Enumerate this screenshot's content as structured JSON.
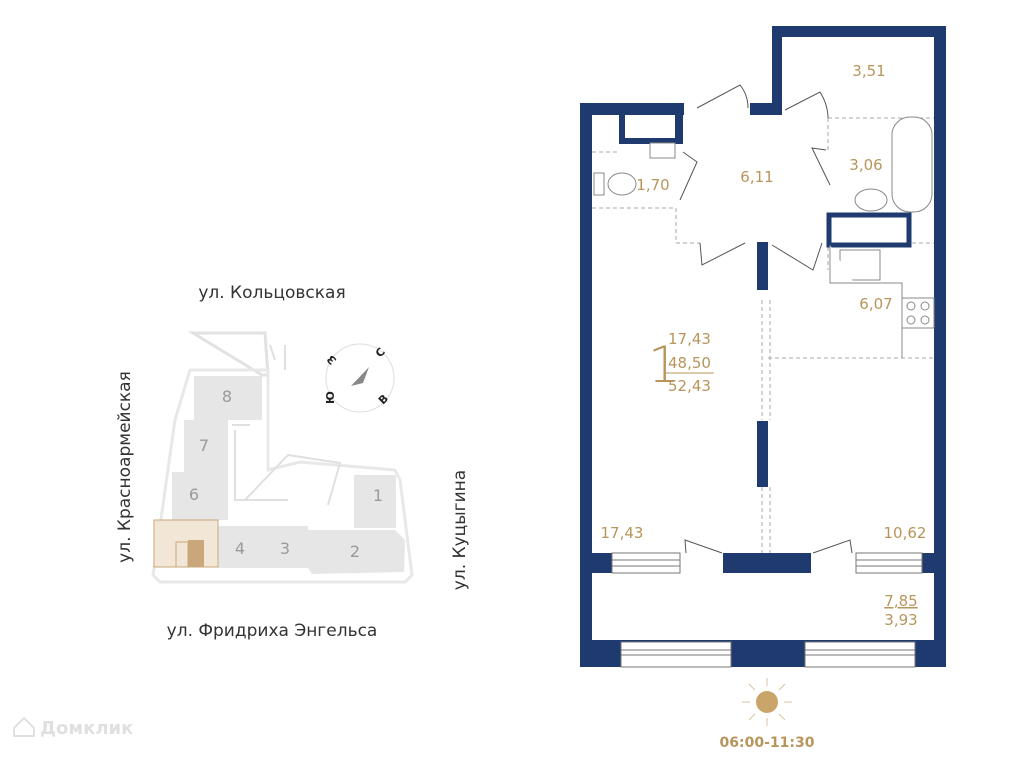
{
  "colors": {
    "wall": "#1e3a6e",
    "accent": "#b8955a",
    "building": "#e6e6e6",
    "selected": "#c9a77a"
  },
  "site_plan": {
    "streets": {
      "north": "ул. Кольцовская",
      "west": "ул. Красноармейская",
      "east": "ул. Куцыгина",
      "south": "ул. Фридриха Энгельса"
    },
    "compass": {
      "n": "С",
      "s": "Ю",
      "w": "З",
      "e": "В"
    },
    "buildings": [
      "1",
      "2",
      "3",
      "4",
      "6",
      "7",
      "8"
    ]
  },
  "apartment": {
    "rooms_count": "1",
    "living_area": "17,43",
    "total_area": "48,50",
    "total_with_balcony": "52,43"
  },
  "rooms": {
    "storage": "3,51",
    "hall": "6,11",
    "wc": "1,70",
    "bathroom": "3,06",
    "kitchen": "6,07",
    "living": "17,43",
    "kitchen_living": "10,62",
    "balcony_area": "7,85",
    "balcony_reduced": "3,93"
  },
  "insolation": {
    "icon": "sun-icon",
    "time": "06:00-11:30"
  },
  "watermark": "Домклик"
}
